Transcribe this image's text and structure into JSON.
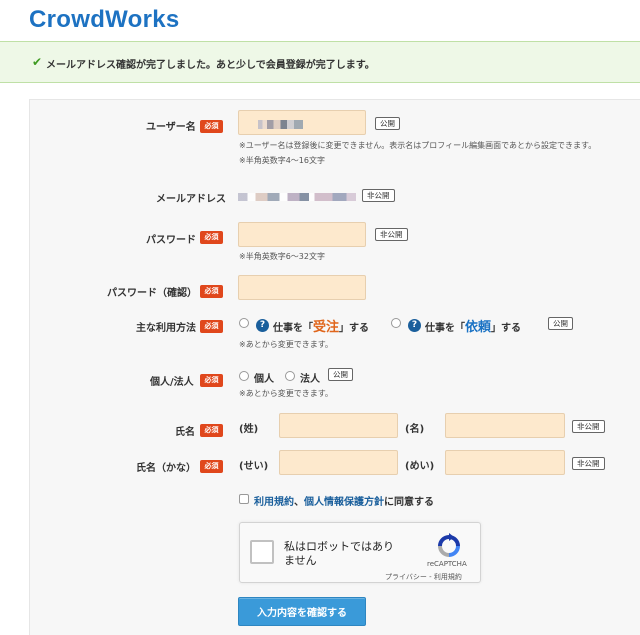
{
  "header": {
    "logo": "CrowdWorks"
  },
  "notice": {
    "text": "メールアドレス確認が完了しました。あと少しで会員登録が完了します。"
  },
  "required_badge": "必須",
  "form": {
    "username": {
      "label": "ユーザー名",
      "visibility": "公開",
      "note1": "※ユーザー名は登録後に変更できません。表示名はプロフィール編集画面であとから設定できます。",
      "note2": "※半角英数字4〜16文字"
    },
    "email": {
      "label": "メールアドレス",
      "visibility": "非公開"
    },
    "password": {
      "label": "パスワード",
      "visibility": "非公開",
      "note": "※半角英数字6〜32文字"
    },
    "password_confirm": {
      "label": "パスワード（確認）"
    },
    "usage": {
      "label": "主な利用方法",
      "option1_pre": "仕事を「",
      "option1_hl": "受注",
      "option1_post": "」する",
      "option2_pre": "仕事を「",
      "option2_hl": "依頼",
      "option2_post": "」する",
      "visibility": "公開",
      "note": "※あとから変更できます。"
    },
    "entity": {
      "label": "個人/法人",
      "option1": "個人",
      "option2": "法人",
      "visibility": "公開",
      "note": "※あとから変更できます。"
    },
    "name": {
      "label": "氏名",
      "sei": "(姓)",
      "mei": "(名)",
      "visibility": "非公開"
    },
    "kana": {
      "label": "氏名（かな）",
      "sei": "(せい)",
      "mei": "(めい)",
      "visibility": "非公開"
    },
    "agree": {
      "link1": "利用規約",
      "sep": "、",
      "link2": "個人情報保護方針",
      "suffix": "に同意する"
    },
    "submit": "入力内容を確認する"
  },
  "captcha": {
    "text": "私はロボットではありません",
    "brand": "reCAPTCHA",
    "privacy": "プライバシー",
    "sep": " - ",
    "terms": "利用規約"
  },
  "colors": {
    "brand": "#1d72c2",
    "required": "#e0471c",
    "input_bg": "#fde9cd",
    "button": "#3a9ad9"
  }
}
